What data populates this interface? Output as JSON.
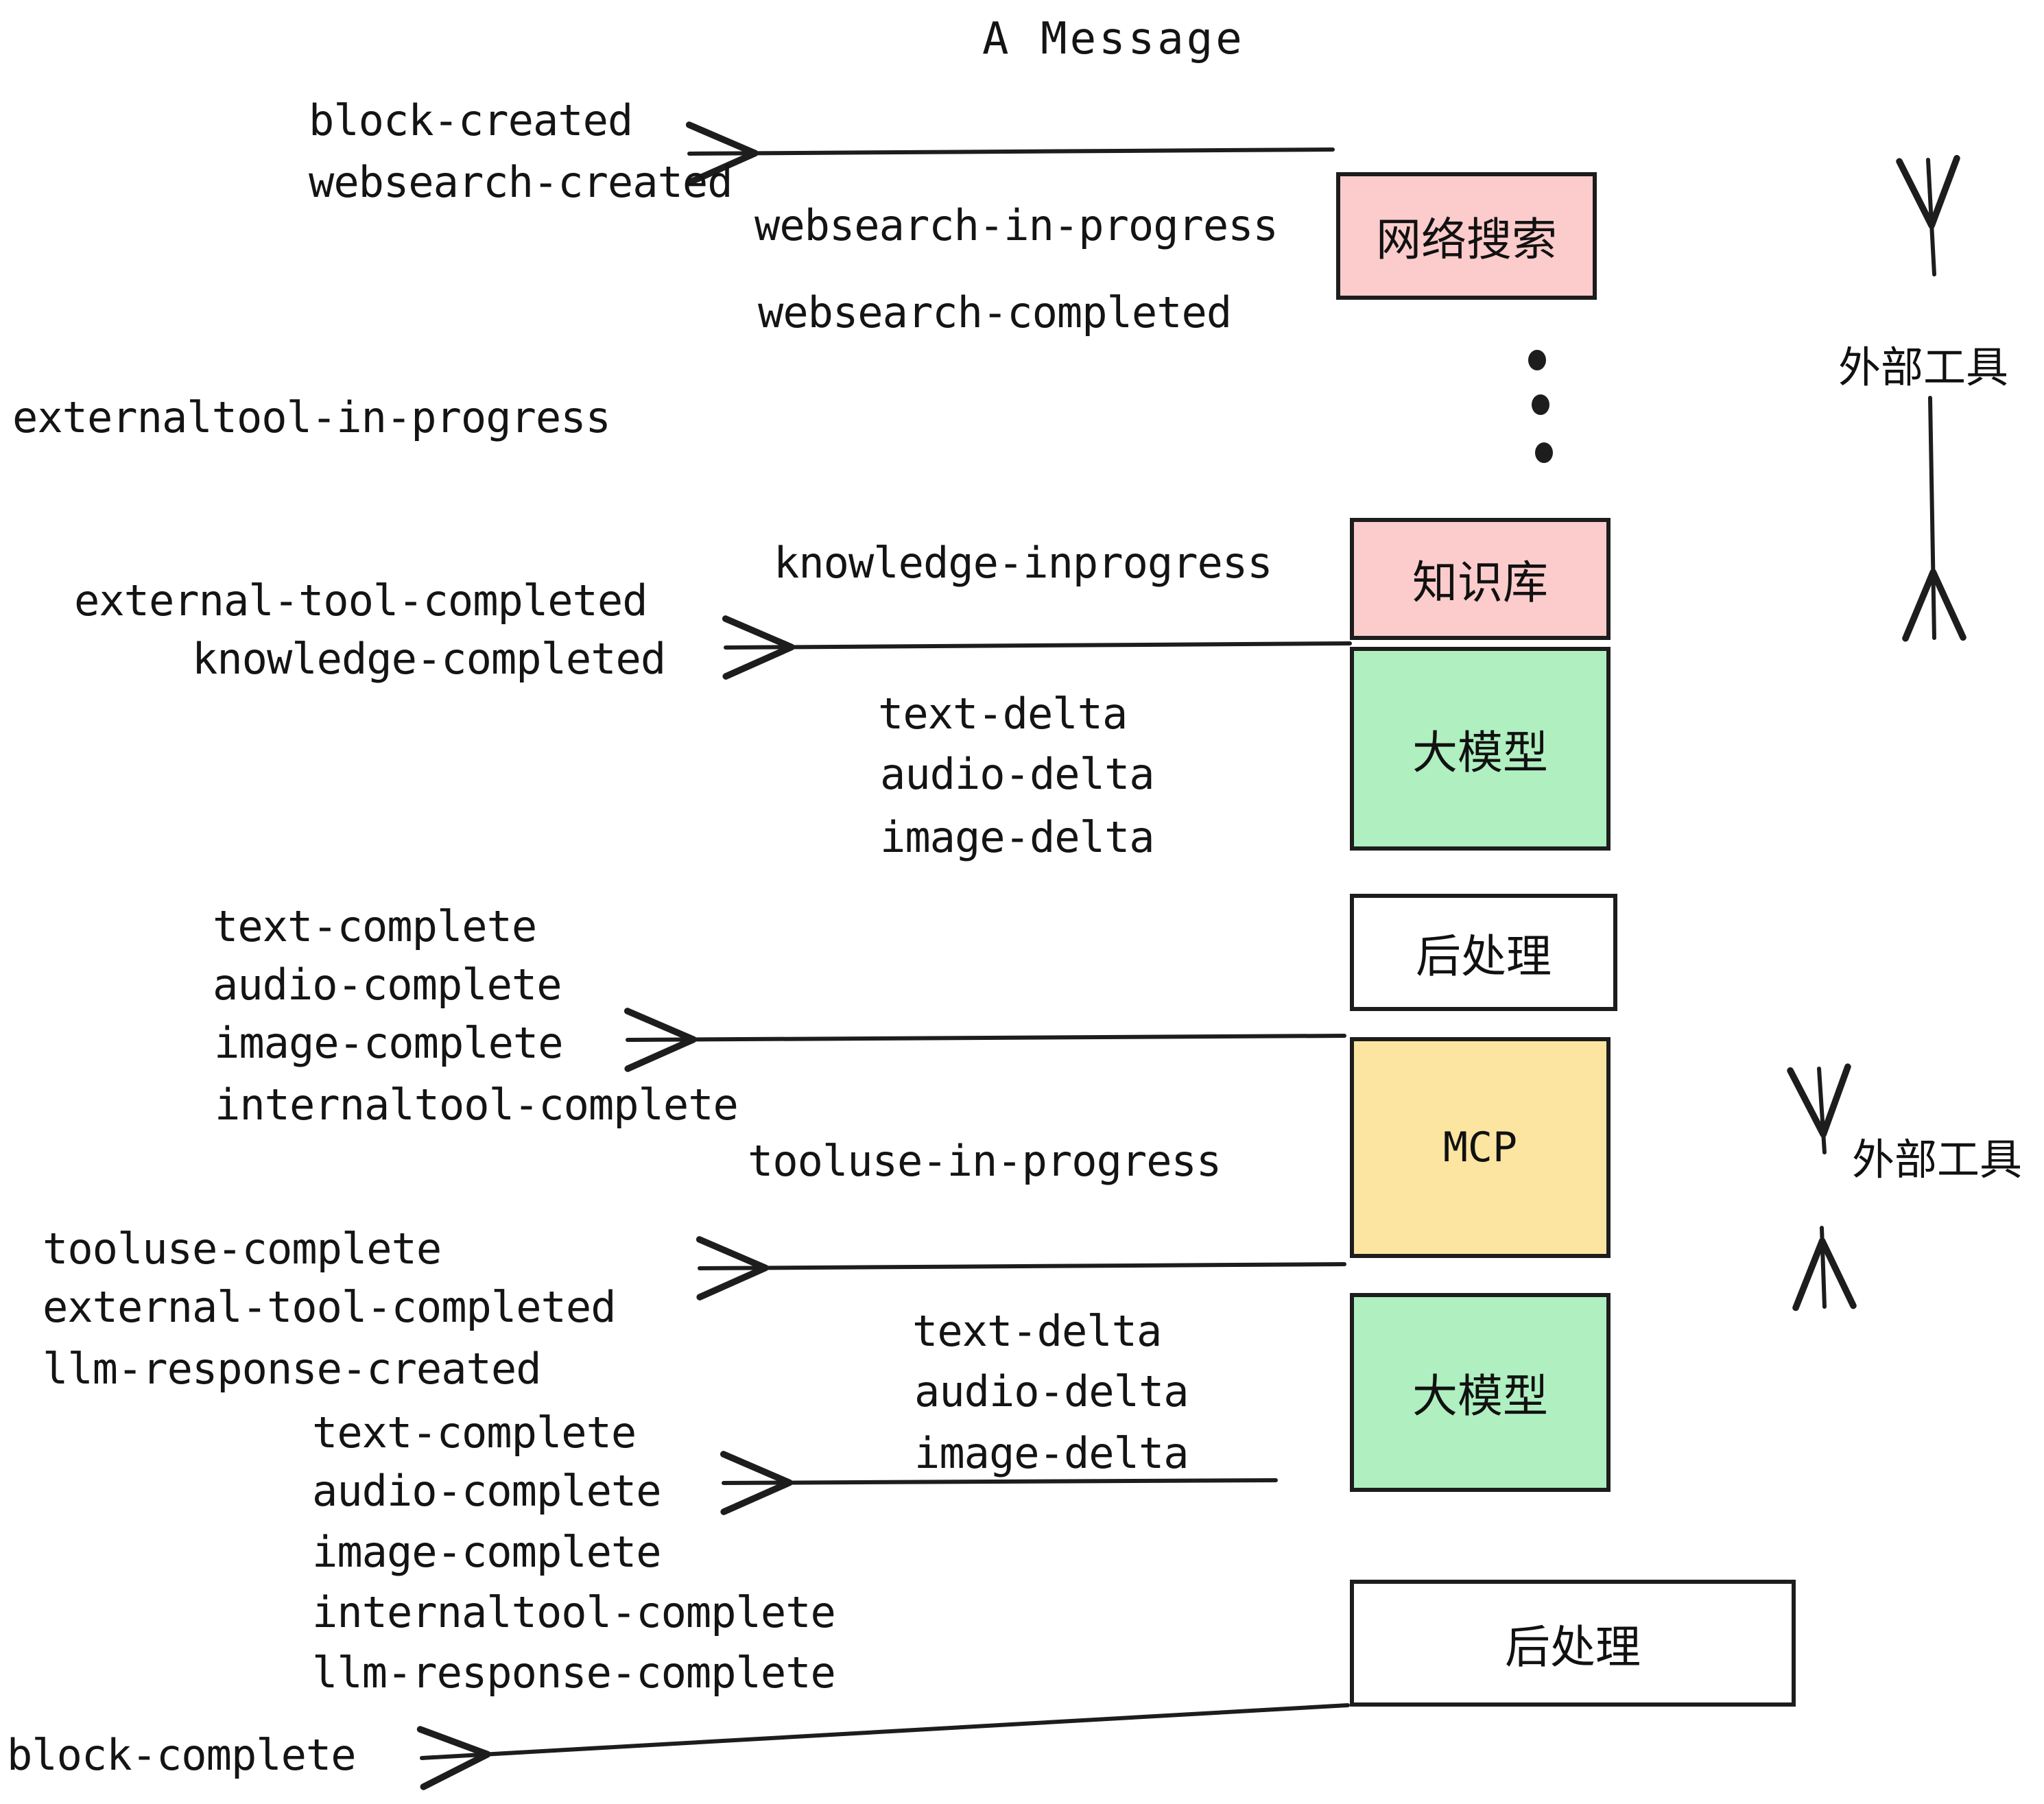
{
  "title": "A Message",
  "colors": {
    "pink": "#FBCCCB",
    "green": "#AFEFC0",
    "yellow": "#FBE5A0",
    "white": "#FFFFFF",
    "stroke": "#1D1D1D",
    "text": "#141414",
    "background": "#FFFFFF"
  },
  "boxes": [
    {
      "id": "websearch",
      "label": "网络搜索",
      "fill": "pink"
    },
    {
      "id": "knowledge",
      "label": "知识库",
      "fill": "pink"
    },
    {
      "id": "llm-1",
      "label": "大模型",
      "fill": "green"
    },
    {
      "id": "postprocess-1",
      "label": "后处理",
      "fill": "white"
    },
    {
      "id": "mcp",
      "label": "MCP",
      "fill": "yellow"
    },
    {
      "id": "llm-2",
      "label": "大模型",
      "fill": "green"
    },
    {
      "id": "postprocess-2",
      "label": "后处理",
      "fill": "white"
    }
  ],
  "side_annotations": [
    {
      "id": "external-tools-top",
      "label": "外部工具"
    },
    {
      "id": "external-tools-bottom",
      "label": "外部工具"
    }
  ],
  "events": {
    "block_created": "block-created",
    "websearch_created": "websearch-created",
    "websearch_in_progress": "websearch-in-progress",
    "websearch_completed": "websearch-completed",
    "externaltool_in_progress": "externaltool-in-progress",
    "knowledge_inprogress": "knowledge-inprogress",
    "external_tool_completed_1": "external-tool-completed",
    "knowledge_completed": "knowledge-completed",
    "text_delta_1": "text-delta",
    "audio_delta_1": "audio-delta",
    "image_delta_1": "image-delta",
    "text_complete_1": "text-complete",
    "audio_complete_1": "audio-complete",
    "image_complete_1": "image-complete",
    "internaltool_complete_1": "internaltool-complete",
    "tooluse_in_progress": "tooluse-in-progress",
    "tooluse_complete": "tooluse-complete",
    "external_tool_completed_2": "external-tool-completed",
    "llm_response_created": "llm-response-created",
    "text_delta_2": "text-delta",
    "audio_delta_2": "audio-delta",
    "image_delta_2": "image-delta",
    "text_complete_2": "text-complete",
    "audio_complete_2": "audio-complete",
    "image_complete_2": "image-complete",
    "internaltool_complete_2": "internaltool-complete",
    "llm_response_complete": "llm-response-complete",
    "block_complete": "block-complete"
  }
}
